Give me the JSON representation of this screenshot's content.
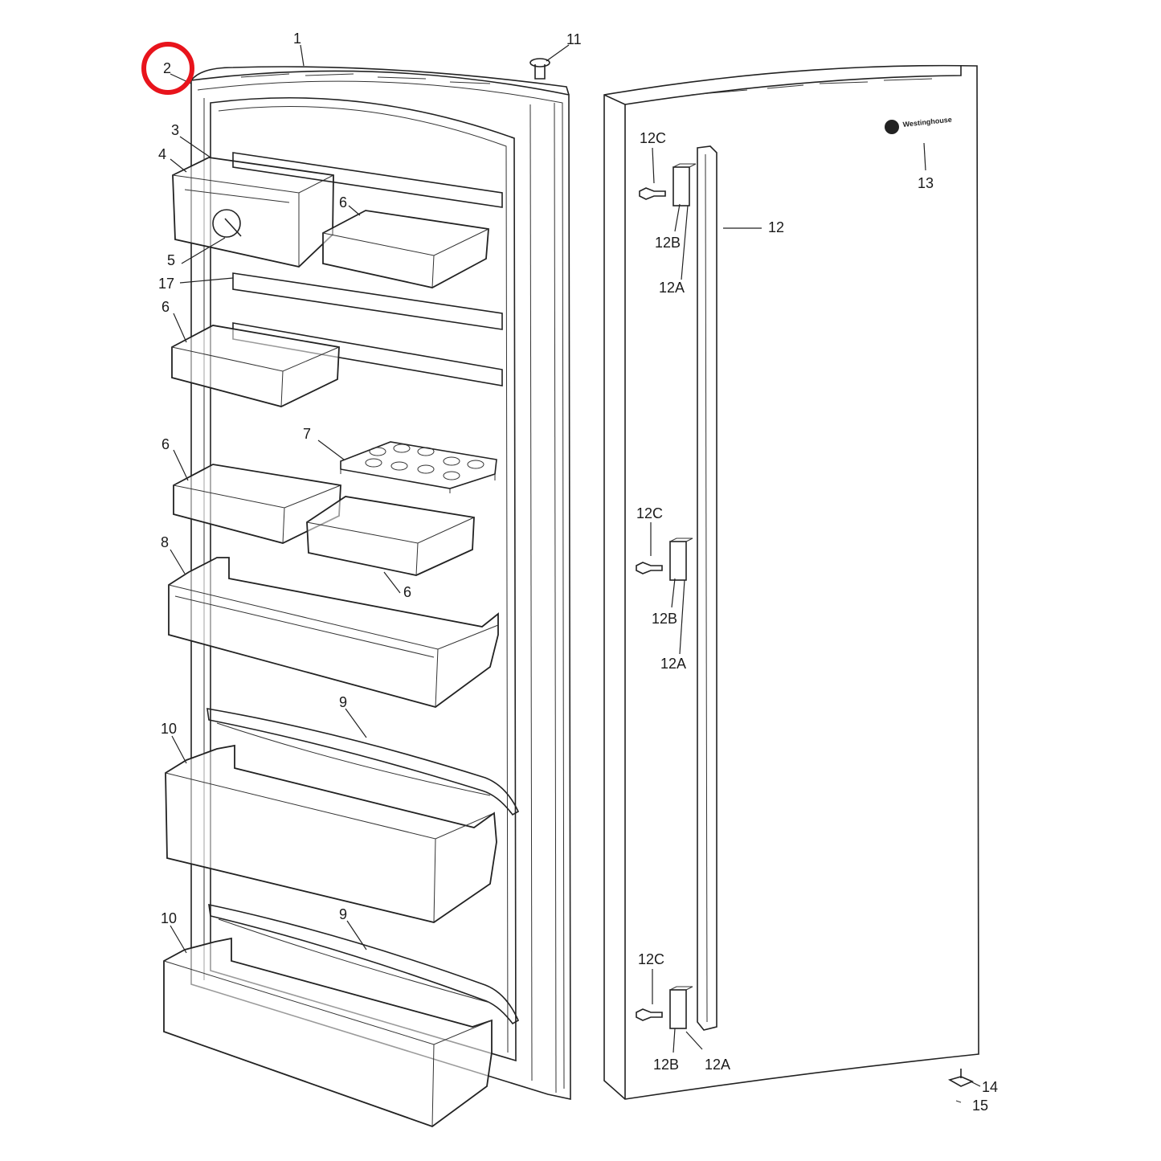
{
  "callouts": {
    "c1": "1",
    "c2": "2",
    "c3": "3",
    "c4": "4",
    "c5": "5",
    "c6a": "6",
    "c6b": "6",
    "c6c": "6",
    "c6d": "6",
    "c7": "7",
    "c8": "8",
    "c9a": "9",
    "c9b": "9",
    "c10a": "10",
    "c10b": "10",
    "c11": "11",
    "c12": "12",
    "c13": "13",
    "c12c_top": "12C",
    "c12b_top": "12B",
    "c12a_top": "12A",
    "c12c_mid": "12C",
    "c12b_mid": "12B",
    "c12a_mid": "12A",
    "c12c_bot": "12C",
    "c12b_bot": "12B",
    "c12a_bot": "12A",
    "c14": "14",
    "c15": "15",
    "c17": "17"
  },
  "brand_logo_text": "Westinghouse",
  "highlight": {
    "target_callout": "2",
    "color": "#e8141c"
  }
}
